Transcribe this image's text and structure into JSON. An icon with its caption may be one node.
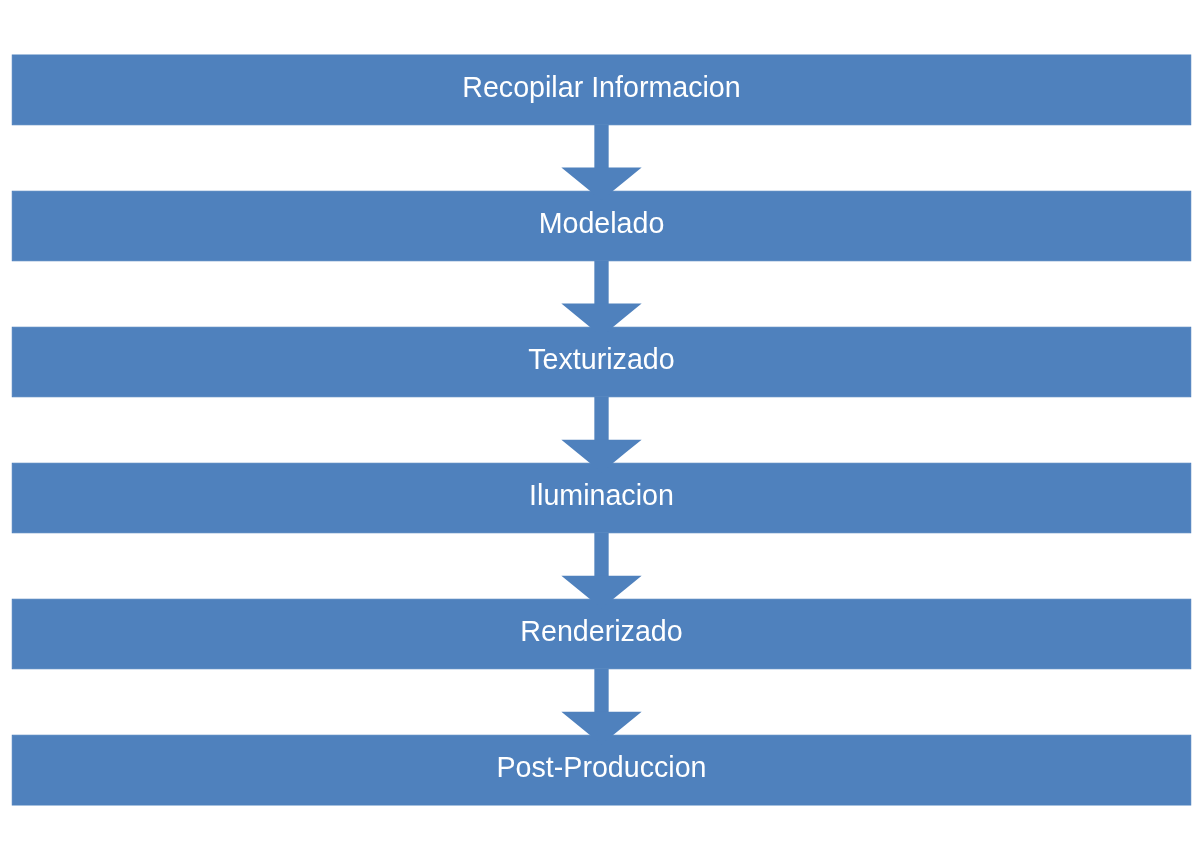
{
  "diagram": {
    "nodes": [
      {
        "text": [
          "Recopilar Informacion"
        ]
      },
      {
        "text": [
          "Modelado"
        ]
      },
      {
        "text": [
          "Texturizado"
        ]
      },
      {
        "text": [
          "Iluminacion"
        ]
      },
      {
        "text": [
          "Renderizado"
        ]
      },
      {
        "text": [
          "Post-Produccion"
        ]
      }
    ],
    "edges": [
      {
        "from": 0,
        "to": 1,
        "arrow": "to"
      },
      {
        "from": 1,
        "to": 2,
        "arrow": "to"
      },
      {
        "from": 2,
        "to": 3,
        "arrow": "to"
      },
      {
        "from": 3,
        "to": 4,
        "arrow": "to"
      },
      {
        "from": 4,
        "to": 5,
        "arrow": "to"
      }
    ]
  }
}
